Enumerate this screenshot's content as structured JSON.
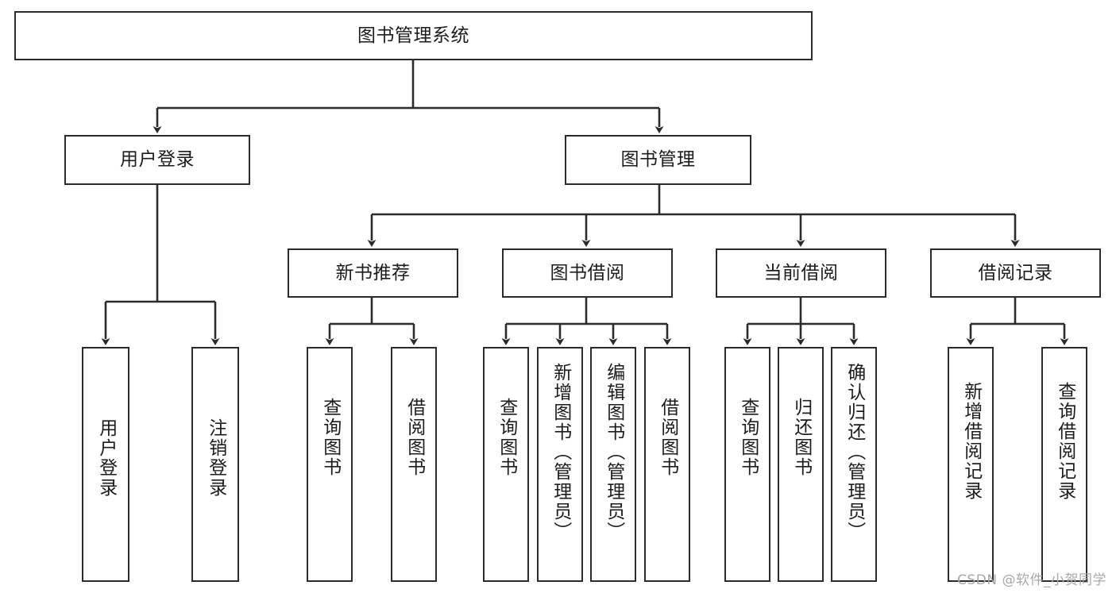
{
  "diagram": {
    "type": "tree-hierarchy",
    "title": "图书管理系统",
    "root": {
      "id": "root",
      "label": "图书管理系统"
    },
    "level2": [
      {
        "id": "user-login",
        "label": "用户登录"
      },
      {
        "id": "book-manage",
        "label": "图书管理"
      }
    ],
    "level3": [
      {
        "id": "new-book-rec",
        "label": "新书推荐",
        "parent": "book-manage"
      },
      {
        "id": "book-borrow",
        "label": "图书借阅",
        "parent": "book-manage"
      },
      {
        "id": "current-borrow",
        "label": "当前借阅",
        "parent": "book-manage"
      },
      {
        "id": "borrow-record",
        "label": "借阅记录",
        "parent": "book-manage"
      }
    ],
    "leaves": [
      {
        "id": "leaf-user-login",
        "label": "用户登录",
        "parent": "user-login"
      },
      {
        "id": "leaf-logout",
        "label": "注销登录",
        "parent": "user-login"
      },
      {
        "id": "leaf-rec-query-book",
        "label": "查询图书",
        "parent": "new-book-rec"
      },
      {
        "id": "leaf-rec-borrow-book",
        "label": "借阅图书",
        "parent": "new-book-rec"
      },
      {
        "id": "leaf-borrow-query-book",
        "label": "查询图书",
        "parent": "book-borrow"
      },
      {
        "id": "leaf-add-book",
        "label": "新增图书（管理员）",
        "parent": "book-borrow"
      },
      {
        "id": "leaf-edit-book",
        "label": "编辑图书（管理员）",
        "parent": "book-borrow"
      },
      {
        "id": "leaf-borrow-book",
        "label": "借阅图书",
        "parent": "book-borrow"
      },
      {
        "id": "leaf-cur-query-book",
        "label": "查询图书",
        "parent": "current-borrow"
      },
      {
        "id": "leaf-return-book",
        "label": "归还图书",
        "parent": "current-borrow"
      },
      {
        "id": "leaf-confirm-return",
        "label": "确认归还（管理员）",
        "parent": "current-borrow"
      },
      {
        "id": "leaf-add-record",
        "label": "新增借阅记录",
        "parent": "borrow-record"
      },
      {
        "id": "leaf-query-record",
        "label": "查询借阅记录",
        "parent": "borrow-record"
      }
    ],
    "colors": {
      "box_border": "#2b2b2b",
      "box_fill": "#ffffff",
      "edge": "#2b2b2b",
      "text": "#1c1c1c",
      "background": "#ffffff",
      "watermark": "#a8a8a8"
    }
  },
  "watermark": {
    "text": "CSDN @软件_小贺同学"
  }
}
